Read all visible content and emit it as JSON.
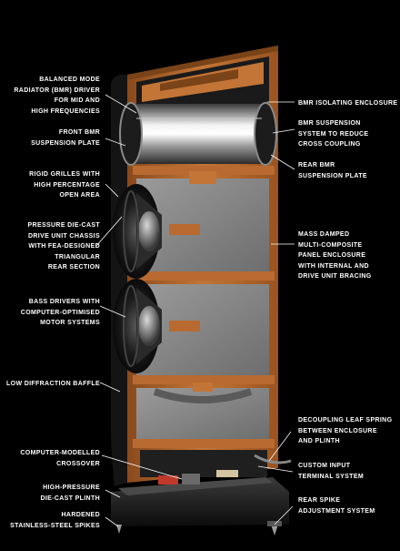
{
  "diagram": {
    "labels_left": [
      "BALANCED MODE\nRADIATOR (BMR) DRIVER\nFOR MID AND\nHIGH FREQUENCIES",
      "FRONT BMR\nSUSPENSION PLATE",
      "RIGID GRILLES WITH\nHIGH PERCENTAGE\nOPEN AREA",
      "PRESSURE DIE-CAST\nDRIVE UNIT CHASSIS\nWITH FEA-DESIGNED\nTRIANGULAR\nREAR SECTION",
      "BASS DRIVERS WITH\nCOMPUTER-OPTIMISED\nMOTOR SYSTEMS",
      "LOW DIFFRACTION BAFFLE",
      "COMPUTER-MODELLED\nCROSSOVER",
      "HIGH-PRESSURE\nDIE-CAST PLINTH",
      "HARDENED\nSTAINLESS-STEEL SPIKES"
    ],
    "labels_right": [
      "BMR ISOLATING ENCLOSURE",
      "BMR SUSPENSION\nSYSTEM TO REDUCE\nCROSS COUPLING",
      "REAR BMR\nSUSPENSION PLATE",
      "MASS DAMPED\nMULTI-COMPOSITE\nPANEL ENCLOSURE\nWITH INTERNAL AND\nDRIVE UNIT BRACING",
      "DECOUPLING LEAF SPRING\nBETWEEN ENCLOSURE\nAND PLINTH",
      "CUSTOM INPUT\nTERMINAL SYSTEM",
      "REAR SPIKE\nADJUSTMENT SYSTEM"
    ],
    "colors": {
      "background": "#000000",
      "wood": "#b86a30",
      "wood_dark": "#7a4318",
      "panel": "#8e8e8e",
      "leader": "#ffffff",
      "text": "#ffffff"
    }
  }
}
